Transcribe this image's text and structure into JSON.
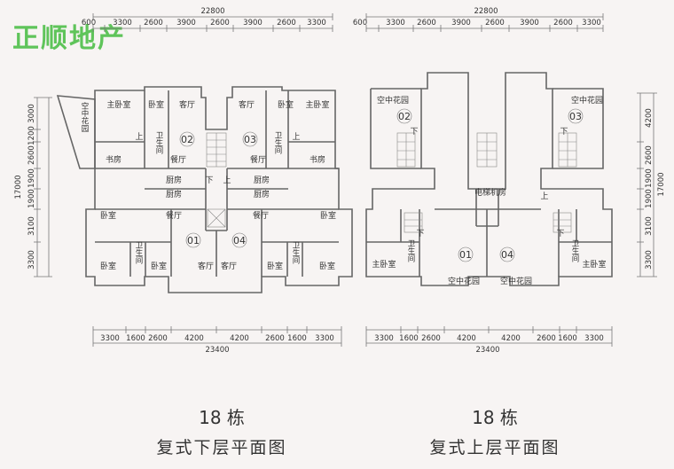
{
  "brand": {
    "name": "正顺地产"
  },
  "plan_lower": {
    "building": "18 栋",
    "subtitle": "复式下层平面图",
    "dims_top_total": "22800",
    "dims_top": [
      "600",
      "3300",
      "2600",
      "3900",
      "2600",
      "3900",
      "2600",
      "3300"
    ],
    "dims_bottom_total": "23400",
    "dims_bottom": [
      "3300",
      "1600",
      "2600",
      "4200",
      "4200",
      "2600",
      "1600",
      "3300"
    ],
    "dims_left": [
      "3000",
      "1200",
      "2600",
      "1900",
      "1900",
      "3100",
      "3300"
    ],
    "dims_left_total": "17000",
    "units": [
      "02",
      "03",
      "01",
      "04"
    ],
    "rooms": {
      "master_bed_l": "主卧室",
      "bed_l": "卧室",
      "living_l": "客厅",
      "living_r": "客厅",
      "bed_r": "卧室",
      "master_bed_r": "主卧室",
      "air_garden": "空中花园",
      "bath_l": "卫生间",
      "bath_r": "卫生间",
      "study_l": "书房",
      "study_r": "书房",
      "dining_l": "餐厅",
      "dining_r": "餐厅",
      "kitchen_l": "厨房",
      "kitchen_r": "厨房",
      "kitchen_l2": "厨房",
      "kitchen_r2": "厨房",
      "down": "下",
      "up": "上",
      "up_l": "上",
      "up_r": "上",
      "bed_ll": "卧室",
      "dining_ll": "餐厅",
      "dining_rr": "餐厅",
      "bed_rr": "卧室",
      "bed_lb": "卧室",
      "bath_lb": "卫生间",
      "bed_lb2": "卧室",
      "living_lb": "客厅",
      "living_rb": "客厅",
      "bed_rb2": "卧室",
      "bath_rb": "卫生间",
      "bed_rb": "卧室"
    }
  },
  "plan_upper": {
    "building": "18 栋",
    "subtitle": "复式上层平面图",
    "dims_top_total": "22800",
    "dims_top": [
      "600",
      "3300",
      "2600",
      "3900",
      "2600",
      "3900",
      "2600",
      "3300"
    ],
    "dims_bottom_total": "23400",
    "dims_bottom": [
      "3300",
      "1600",
      "2600",
      "4200",
      "4200",
      "2600",
      "1600",
      "3300"
    ],
    "dims_right": [
      "4200",
      "2600",
      "1900",
      "1900",
      "3100",
      "3300"
    ],
    "dims_right_total": "17000",
    "units": [
      "02",
      "03",
      "01",
      "04"
    ],
    "rooms": {
      "garden_tl": "空中花园",
      "garden_tr": "空中花园",
      "down_l": "下",
      "down_r": "下",
      "elevator_room": "电梯机房",
      "up": "上",
      "down_bl": "下",
      "down_br": "下",
      "master_bed_l": "主卧室",
      "bath_l": "卫生间",
      "garden_bl": "空中花园",
      "garden_br": "空中花园",
      "bath_r": "卫生间",
      "master_bed_r": "主卧室"
    }
  }
}
